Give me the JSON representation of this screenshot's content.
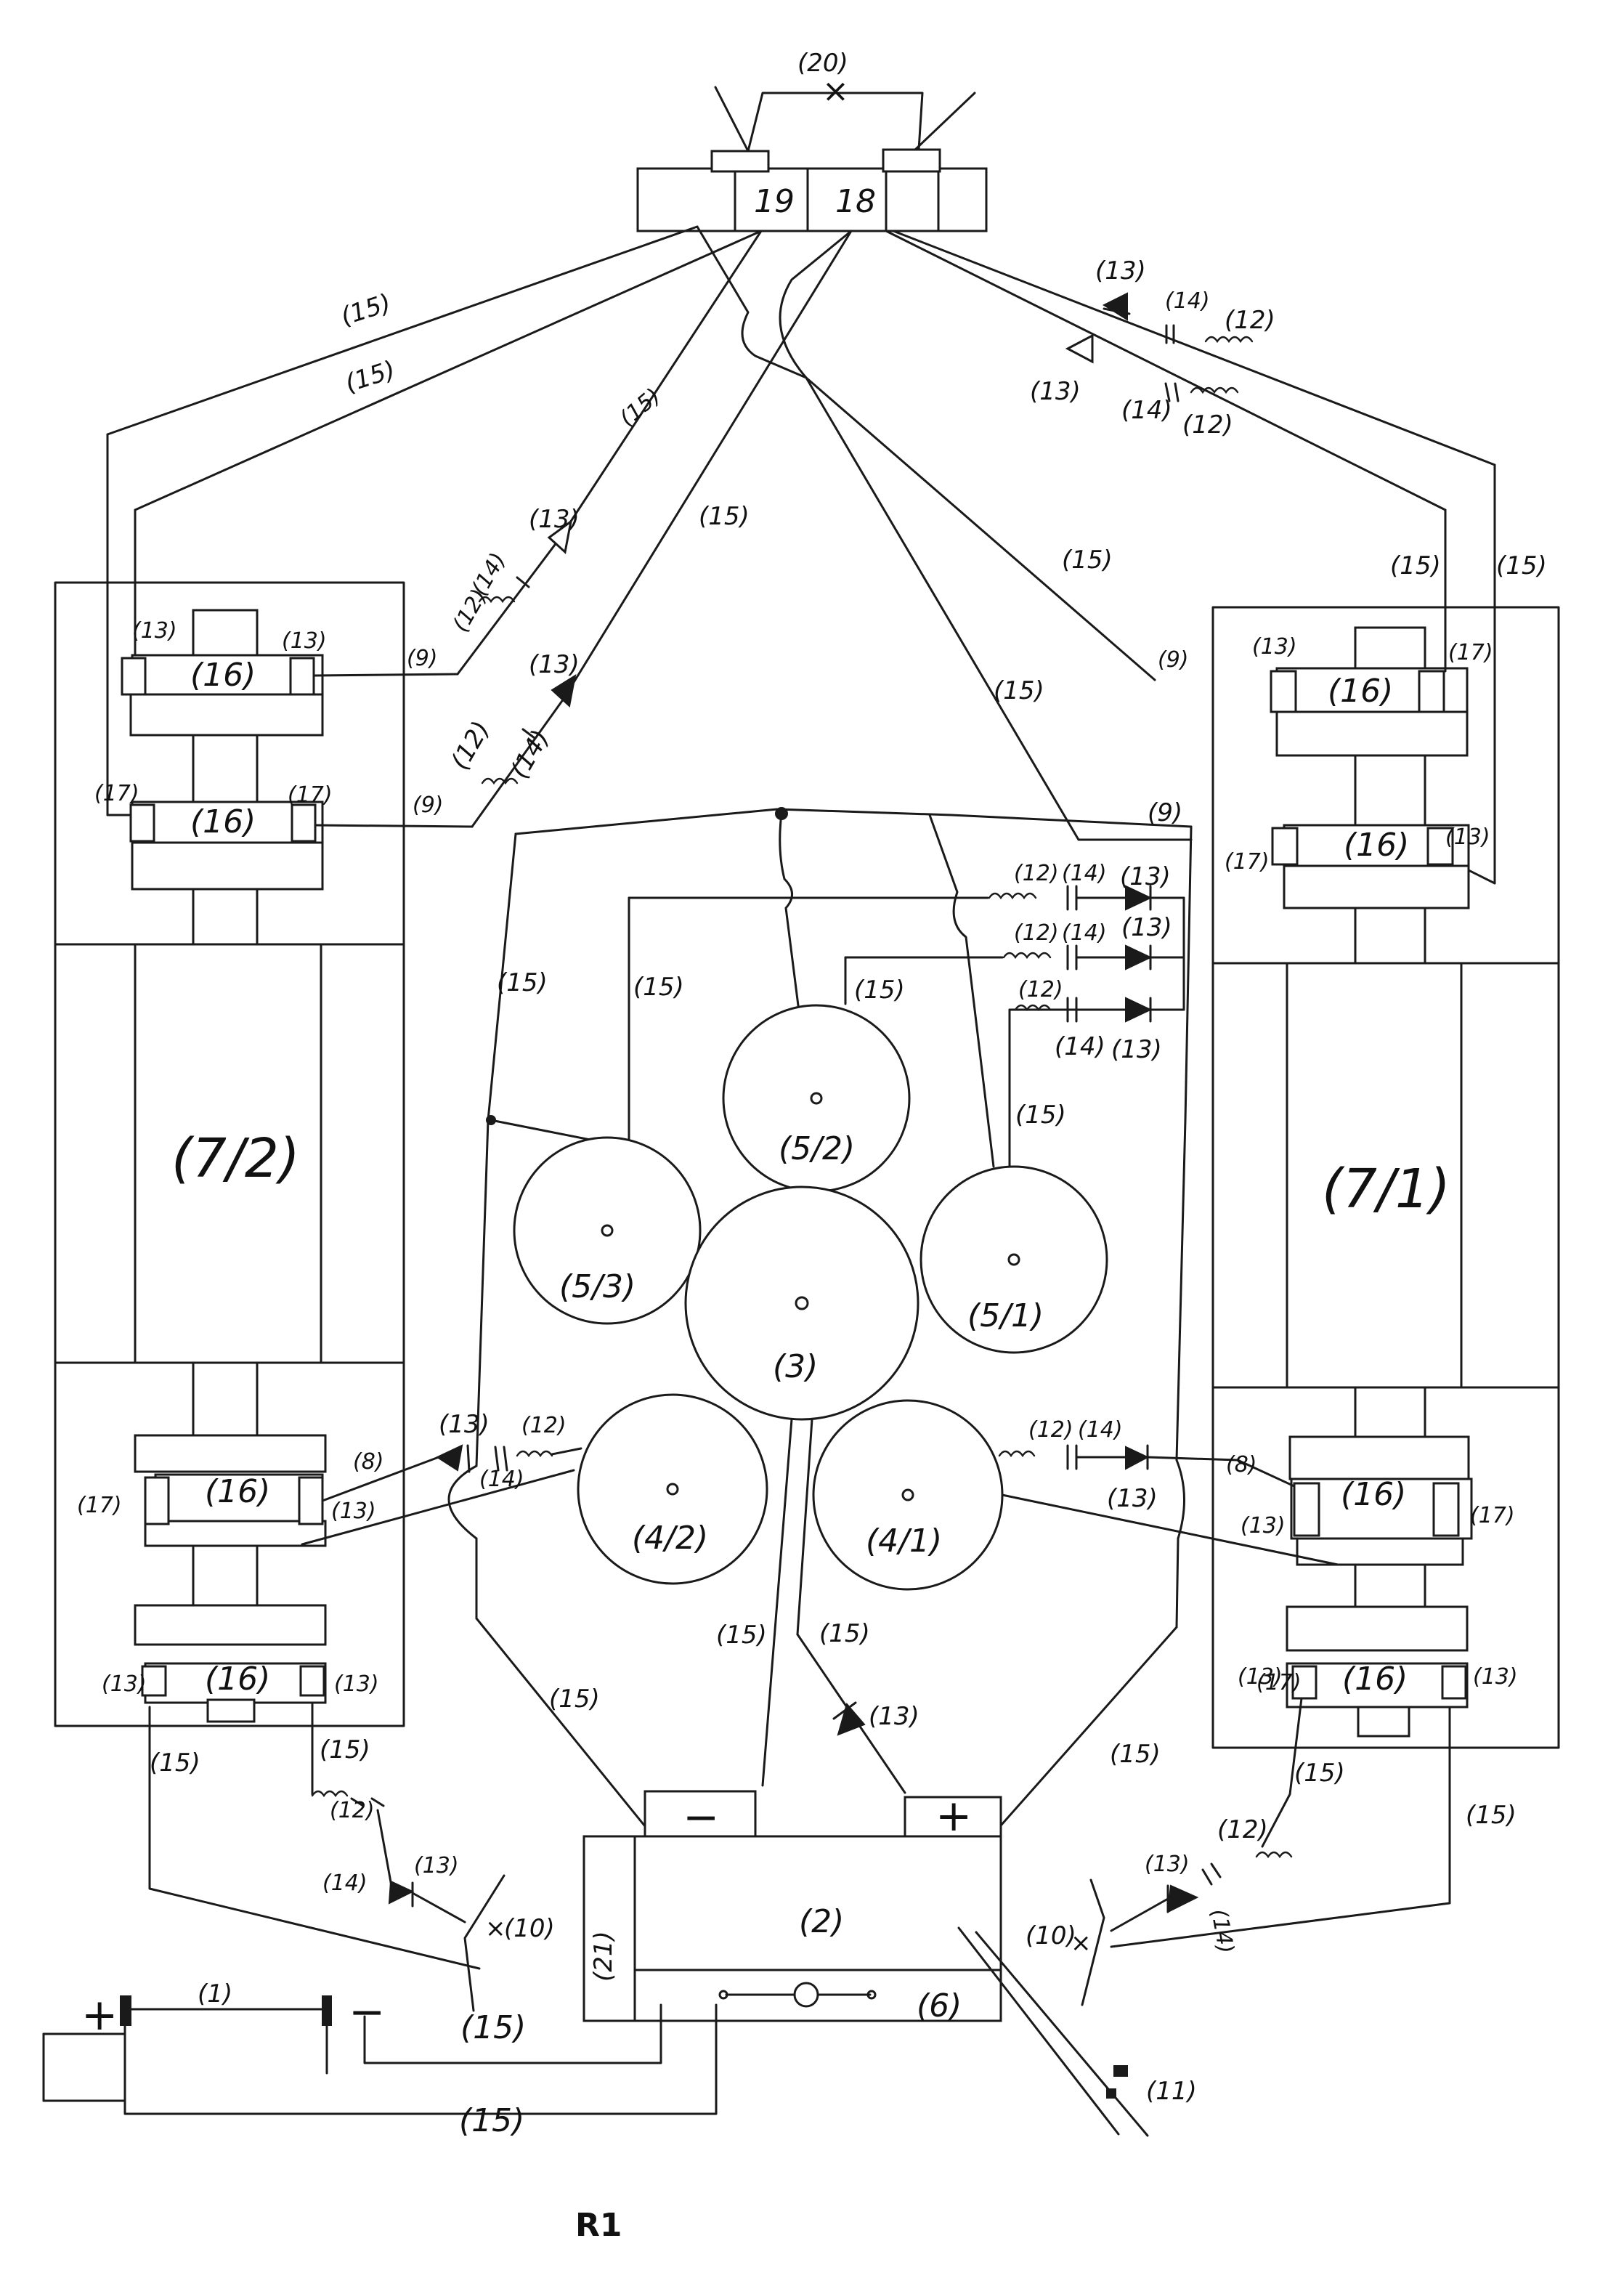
{
  "labels": {
    "l20": "(20)",
    "x": "×",
    "t19": "19",
    "t18": "18",
    "p15": "(15)",
    "p13": "(13)",
    "p14": "(14)",
    "p12": "(12)",
    "p9": "(9)",
    "p8": "(8)",
    "p16": "(16)",
    "p17": "(17)",
    "g72": "(7/2)",
    "g71": "(7/1)",
    "g52": "(5/2)",
    "g53": "(5/3)",
    "g51": "(5/1)",
    "g3": "(3)",
    "g42": "(4/2)",
    "g41": "(4/1)",
    "p2": "(2)",
    "p21": "(21)",
    "p6": "(6)",
    "p1": "(1)",
    "p10": "(10)",
    "p11": "(11)",
    "minus": "−",
    "plus": "+",
    "bplus": "+",
    "bminus": "−",
    "fig": "R1"
  }
}
